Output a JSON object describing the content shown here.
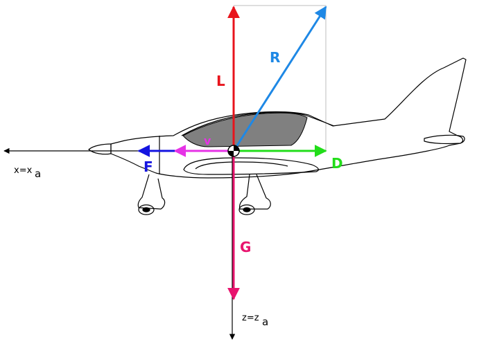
{
  "diagram": {
    "axes": {
      "x_label": "x=x",
      "x_sub": "a",
      "z_label": "z=z",
      "z_sub": "a"
    },
    "forces": [
      {
        "id": "L",
        "label": "L",
        "color": "#e8141c"
      },
      {
        "id": "R",
        "label": "R",
        "color": "#1e88e5"
      },
      {
        "id": "D",
        "label": "D",
        "color": "#22dd1a"
      },
      {
        "id": "F",
        "label": "F",
        "color": "#1414e0"
      },
      {
        "id": "v",
        "label": "v",
        "color": "#e632e6"
      },
      {
        "id": "G",
        "label": "G",
        "color": "#e8146e"
      }
    ],
    "colors": {
      "outline": "#000000",
      "canopy": "#808080",
      "construction_lines": "#bdbdbd"
    }
  }
}
